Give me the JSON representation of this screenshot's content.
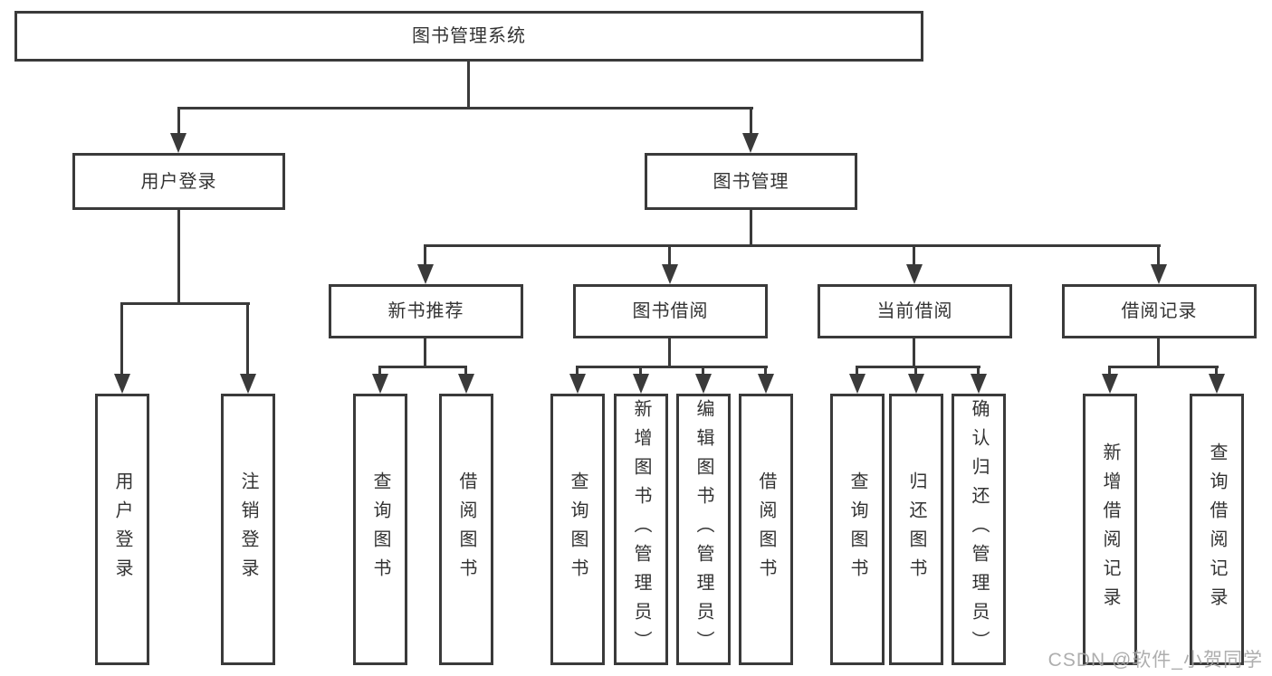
{
  "tree": {
    "root": {
      "label": "图书管理系统"
    },
    "branches": [
      {
        "label": "用户登录",
        "children": [
          {
            "label": "用户登录"
          },
          {
            "label": "注销登录"
          }
        ]
      },
      {
        "label": "图书管理",
        "children": [
          {
            "label": "新书推荐",
            "children": [
              {
                "label": "查询图书"
              },
              {
                "label": "借阅图书"
              }
            ]
          },
          {
            "label": "图书借阅",
            "children": [
              {
                "label": "查询图书"
              },
              {
                "label": "新增图书（管理员）"
              },
              {
                "label": "编辑图书（管理员）"
              },
              {
                "label": "借阅图书"
              }
            ]
          },
          {
            "label": "当前借阅",
            "children": [
              {
                "label": "查询图书"
              },
              {
                "label": "归还图书"
              },
              {
                "label": "确认归还（管理员）"
              }
            ]
          },
          {
            "label": "借阅记录",
            "children": [
              {
                "label": "新增借阅记录"
              },
              {
                "label": "查询借阅记录"
              }
            ]
          }
        ]
      }
    ]
  },
  "watermark": "CSDN @软件_小贺同学",
  "colors": {
    "line": "#3a3a3a",
    "box_border": "#3a3a3a",
    "text": "#333333",
    "background": "#ffffff",
    "watermark": "#a5a5a5"
  }
}
